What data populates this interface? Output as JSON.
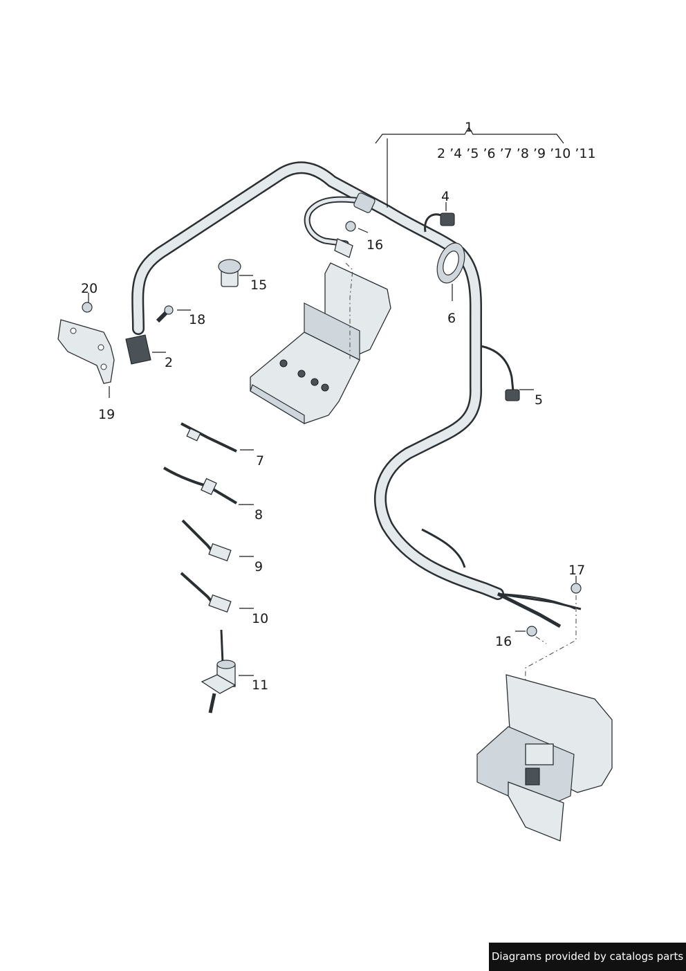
{
  "callouts": {
    "c1": "1",
    "c1_sub": "2 ’4  ’5 ’6 ’7 ’8 ’9 ’10  ’11",
    "c2": "2",
    "c4": "4",
    "c5": "5",
    "c6": "6",
    "c7": "7",
    "c8": "8",
    "c9": "9",
    "c10": "10",
    "c11": "11",
    "c15": "15",
    "c16a": "16",
    "c16b": "16",
    "c17": "17",
    "c18": "18",
    "c19": "19",
    "c20": "20"
  },
  "footer": {
    "credit": "Diagrams provided by catalogs parts"
  },
  "colors": {
    "line": "#2a2f33",
    "part_fill": "#e4e9ec",
    "footer_bg": "#111111"
  }
}
